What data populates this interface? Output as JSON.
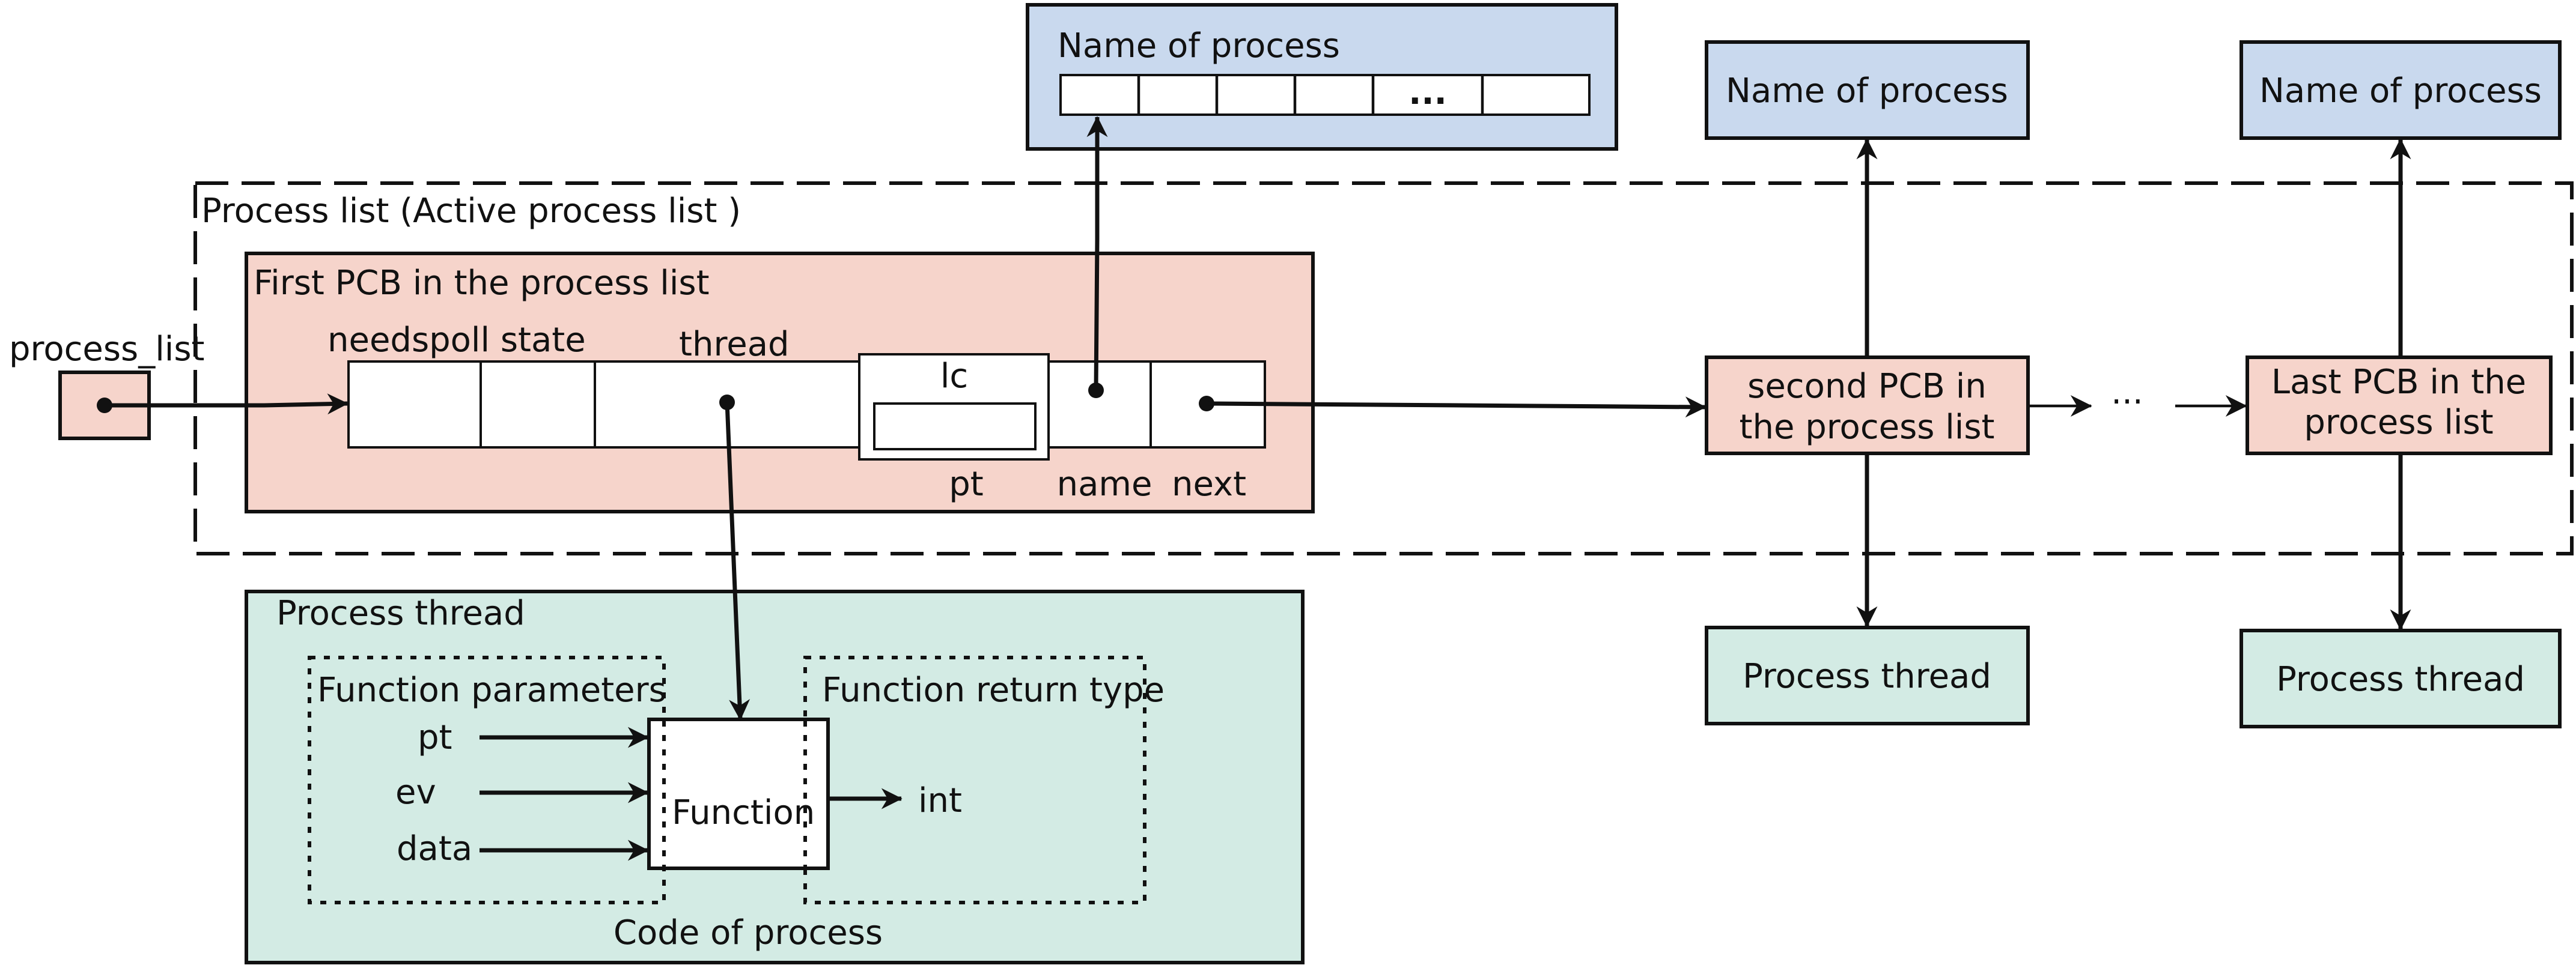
{
  "colors": {
    "blue_fill": "#c9d9ee",
    "pink_fill": "#f6d4cb",
    "green_fill": "#d3ebe4",
    "stroke": "#111111"
  },
  "process_list_var": "process_list",
  "top_name_box": {
    "title": "Name of process",
    "ellipsis": "..."
  },
  "active_list": {
    "title": "Process list (Active process list )"
  },
  "first_pcb": {
    "title": "First PCB in the process list",
    "field_labels": {
      "needspoll_state": "needspoll state",
      "thread": "thread",
      "lc": "lc",
      "pt": "pt",
      "name": "name",
      "next": "next"
    }
  },
  "second_pcb": {
    "line1": "second PCB in",
    "line2": "the process list",
    "name_box": "Name of process",
    "thread_box": "Process thread"
  },
  "ellipsis": "···",
  "last_pcb": {
    "line1": "Last PCB in the",
    "line2": "process list",
    "name_box": "Name of process",
    "thread_box": "Process thread"
  },
  "process_thread": {
    "title": "Process thread",
    "params_title": "Function parameters",
    "params": [
      "pt",
      "ev",
      "data"
    ],
    "return_title": "Function return type",
    "function_label": "Function",
    "return_value": "int",
    "footer": "Code of process"
  }
}
